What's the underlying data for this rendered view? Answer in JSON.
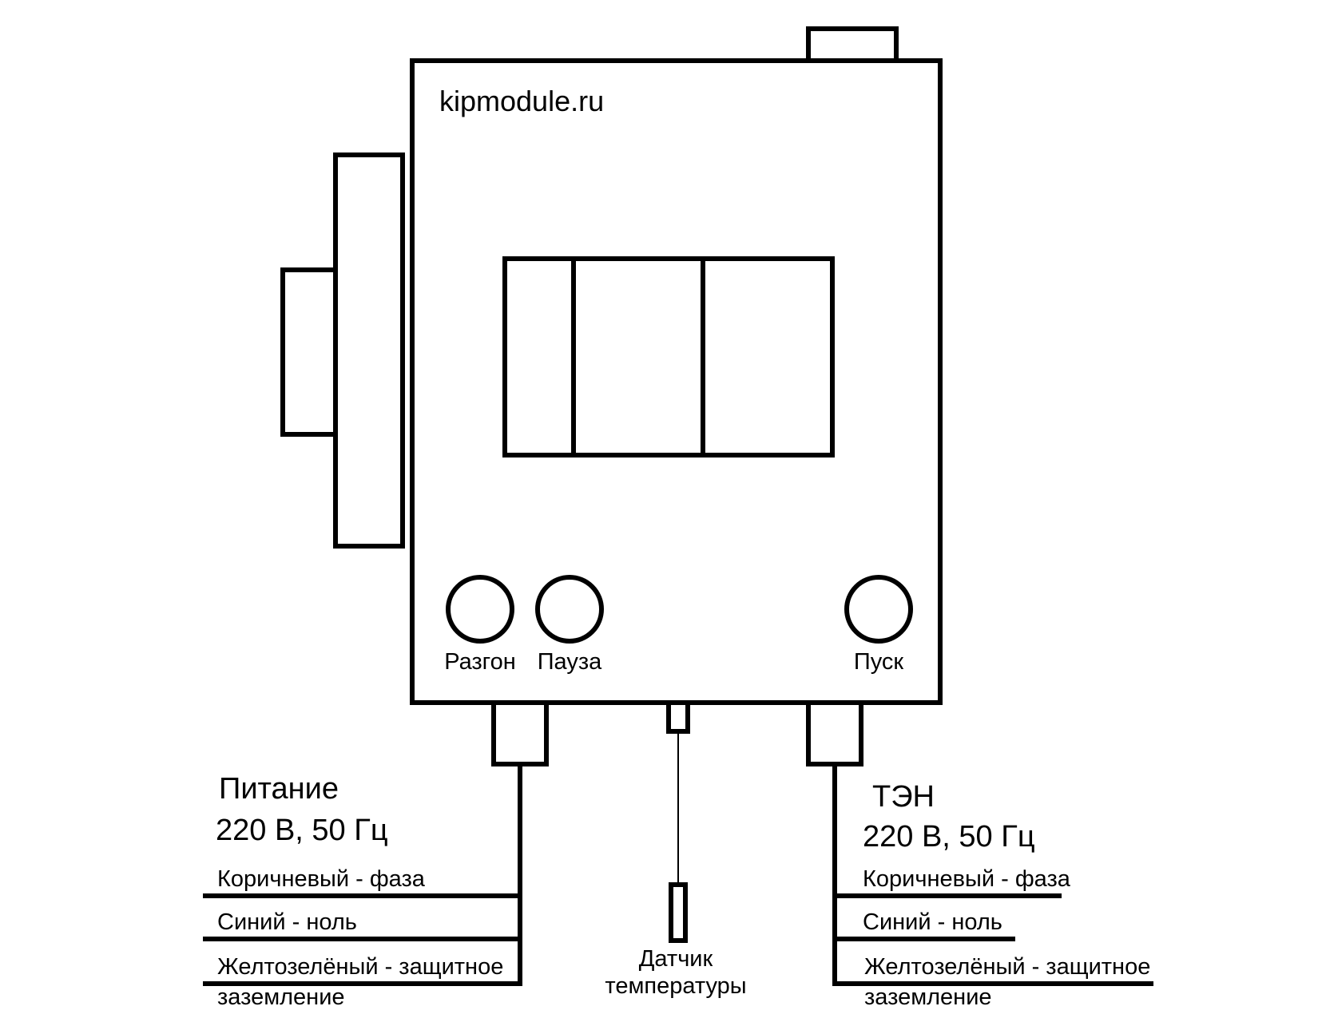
{
  "brand": "kipmodule.ru",
  "buttons": [
    {
      "label": "Разгон"
    },
    {
      "label": "Пауза"
    },
    {
      "label": "Пуск"
    }
  ],
  "sensor": {
    "line1": "Датчик",
    "line2": "температуры"
  },
  "power": {
    "title": "Питание",
    "spec": "220 В, 50 Гц",
    "wires": [
      {
        "label": "Коричневый - фаза"
      },
      {
        "label": "Синий - ноль"
      },
      {
        "label": "Желтозелёный - защитное",
        "label2": "заземление"
      }
    ]
  },
  "heater": {
    "title": "ТЭН",
    "spec": "220 В, 50 Гц",
    "wires": [
      {
        "label": "Коричневый - фаза"
      },
      {
        "label": "Синий - ноль"
      },
      {
        "label": "Желтозелёный - защитное",
        "label2": "заземление"
      }
    ]
  }
}
